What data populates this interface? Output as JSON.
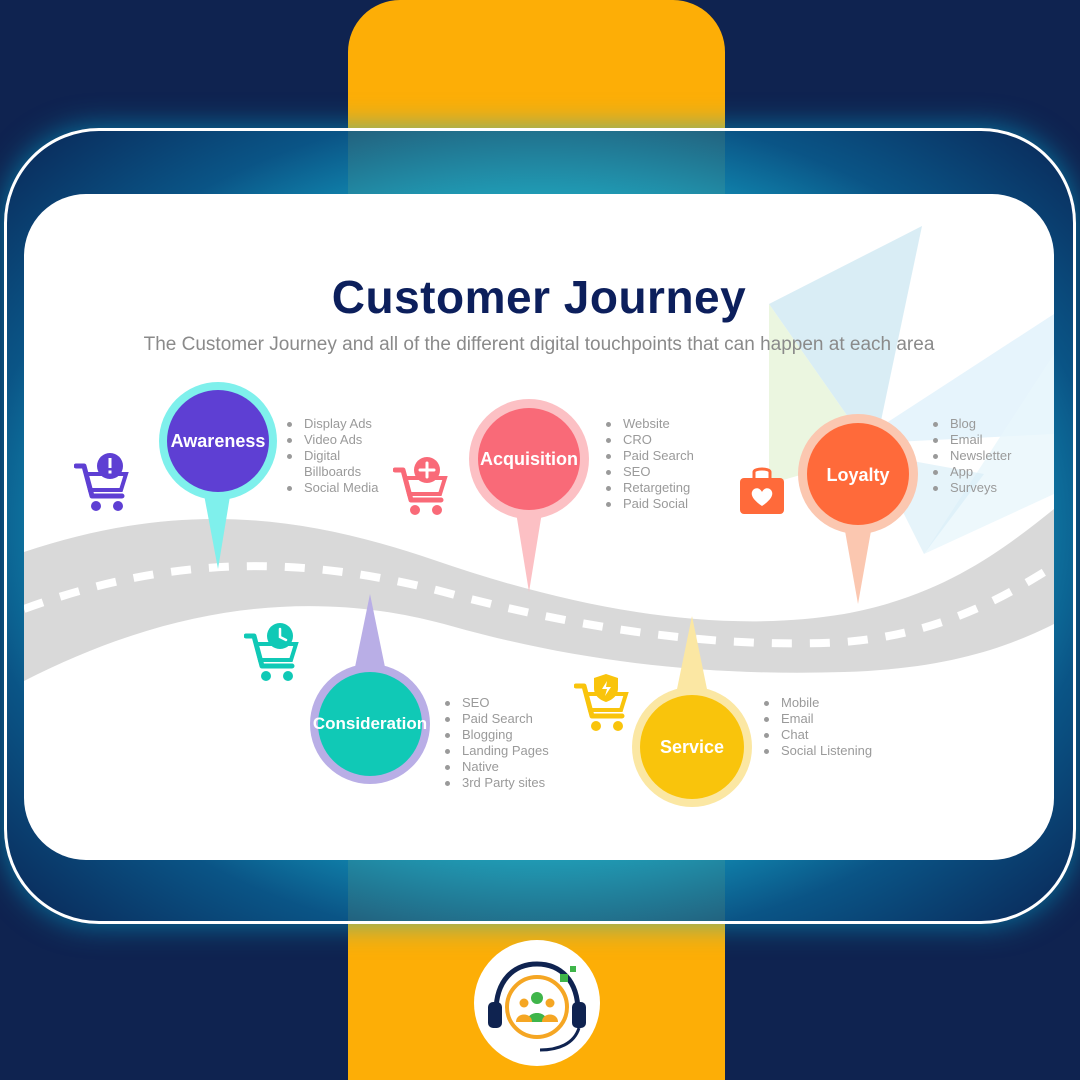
{
  "title": "Customer Journey",
  "subtitle": "The Customer Journey and all of the different digital touchpoints that can happen at each area",
  "colors": {
    "background": "#0f2350",
    "band": "#fdae06",
    "frame_glow": "#14aacd",
    "title": "#0c1f5c",
    "road": "#d9d9d9"
  },
  "stages": [
    {
      "name": "Awareness",
      "color": "#5e3fd3",
      "ring": "#7ff0ec",
      "icon": "cart-alert-icon",
      "touchpoints": [
        "Display Ads",
        "Video Ads",
        "Digital",
        "Billboards",
        "Social Media"
      ]
    },
    {
      "name": "Consideration",
      "color": "#10c9b6",
      "ring": "#b9aee6",
      "icon": "cart-clock-icon",
      "touchpoints": [
        "SEO",
        "Paid Search",
        "Blogging",
        "Landing Pages",
        "Native",
        "3rd Party sites"
      ]
    },
    {
      "name": "Acquisition",
      "color": "#f96a78",
      "ring": "#fcc0c4",
      "icon": "cart-plus-icon",
      "touchpoints": [
        "Website",
        "CRO",
        "Paid Search",
        "SEO",
        "Retargeting",
        "Paid Social"
      ]
    },
    {
      "name": "Service",
      "color": "#f9c40c",
      "ring": "#fbe7a3",
      "icon": "cart-shield-icon",
      "touchpoints": [
        "Mobile",
        "Email",
        "Chat",
        "Social Listening"
      ]
    },
    {
      "name": "Loyalty",
      "color": "#ff6a3a",
      "ring": "#fbc7b0",
      "icon": "shopping-bag-heart-icon",
      "touchpoints": [
        "Blog",
        "Email",
        "Newsletter",
        "App",
        "Surveys"
      ]
    }
  ]
}
